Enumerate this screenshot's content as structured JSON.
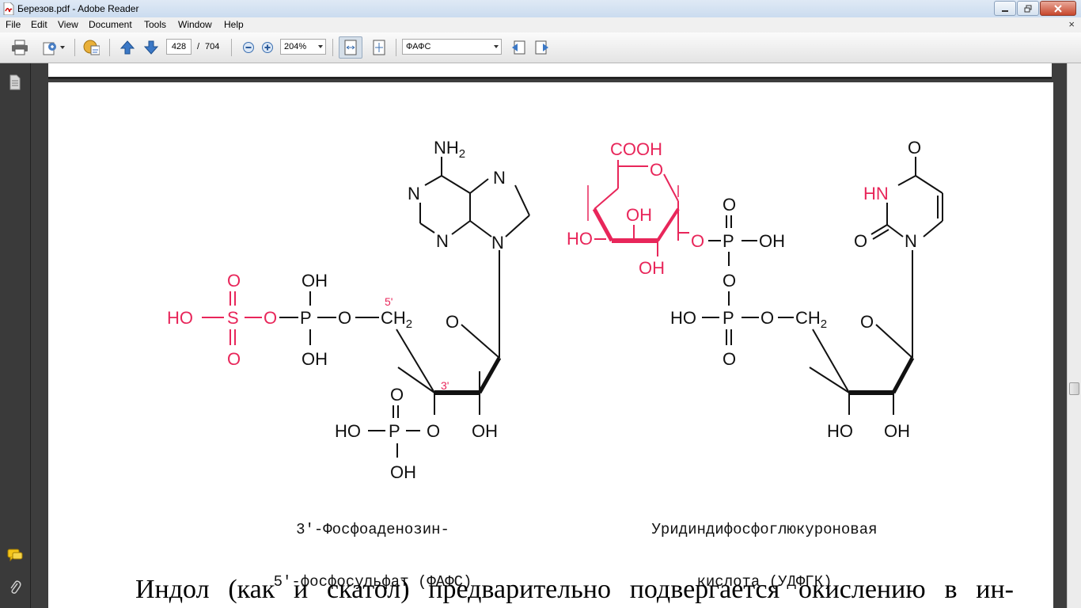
{
  "window": {
    "title": "Березов.pdf - Adobe Reader"
  },
  "menu": {
    "items": [
      "File",
      "Edit",
      "View",
      "Document",
      "Tools",
      "Window",
      "Help"
    ],
    "close_glyph": "×"
  },
  "toolbar": {
    "current_page": "428",
    "page_separator": "/",
    "total_pages": "704",
    "zoom": "204%",
    "search_text": "ФАФС"
  },
  "colors": {
    "highlight": "#e8265a",
    "ink": "#111111"
  },
  "document": {
    "left_caption_line1": "3'-Фосфоаденозин-",
    "left_caption_line2": "5'-фосфосульфат (ФАФС)",
    "right_caption_line1": "Уридиндифосфоглюкуроновая",
    "right_caption_line2": "кислота (УДФГК)",
    "body_line": "Индол (как и скатол) предварительно подвергается окислению в ин-",
    "chem": {
      "nh2": "NH",
      "nh2_sub": "2",
      "n": "N",
      "o": "O",
      "oh": "OH",
      "ho": "HO",
      "s": "S",
      "p": "P",
      "ch2": "CH",
      "ch2_sub": "2",
      "label_5": "5'",
      "label_3": "3'",
      "cooh": "COOH",
      "hn": "HN",
      "dash": "—"
    }
  }
}
